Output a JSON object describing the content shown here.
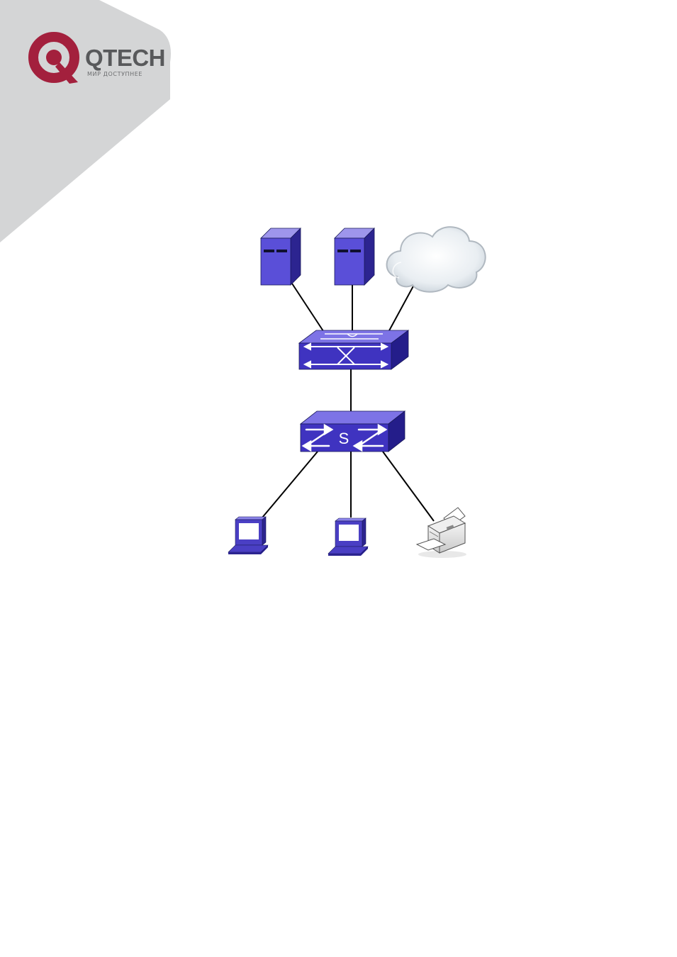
{
  "page": {
    "background": "#ffffff",
    "corner_color": "#d4d5d6"
  },
  "logo": {
    "wordmark": "QTECH",
    "tagline": "МИР ДОСТУПНЕЕ",
    "mark_color": "#a3203d",
    "text_color": "#58595b"
  },
  "diagram": {
    "nodes": [
      {
        "id": "server-1",
        "kind": "server",
        "icon": "server-icon"
      },
      {
        "id": "server-2",
        "kind": "server",
        "icon": "server-icon"
      },
      {
        "id": "internet-cloud",
        "kind": "cloud",
        "icon": "cloud-icon"
      },
      {
        "id": "core-switch",
        "kind": "layer3-switch",
        "icon": "router-switch-icon"
      },
      {
        "id": "access-switch",
        "kind": "switch",
        "icon": "switch-icon",
        "label": "S"
      },
      {
        "id": "laptop-1",
        "kind": "laptop",
        "icon": "laptop-icon"
      },
      {
        "id": "laptop-2",
        "kind": "laptop",
        "icon": "laptop-icon"
      },
      {
        "id": "printer",
        "kind": "printer",
        "icon": "printer-icon"
      }
    ],
    "links": [
      [
        "server-1",
        "core-switch"
      ],
      [
        "server-2",
        "core-switch"
      ],
      [
        "internet-cloud",
        "core-switch"
      ],
      [
        "core-switch",
        "access-switch"
      ],
      [
        "access-switch",
        "laptop-1"
      ],
      [
        "access-switch",
        "laptop-2"
      ],
      [
        "access-switch",
        "printer"
      ]
    ],
    "device_color": "#4a3fc4"
  }
}
